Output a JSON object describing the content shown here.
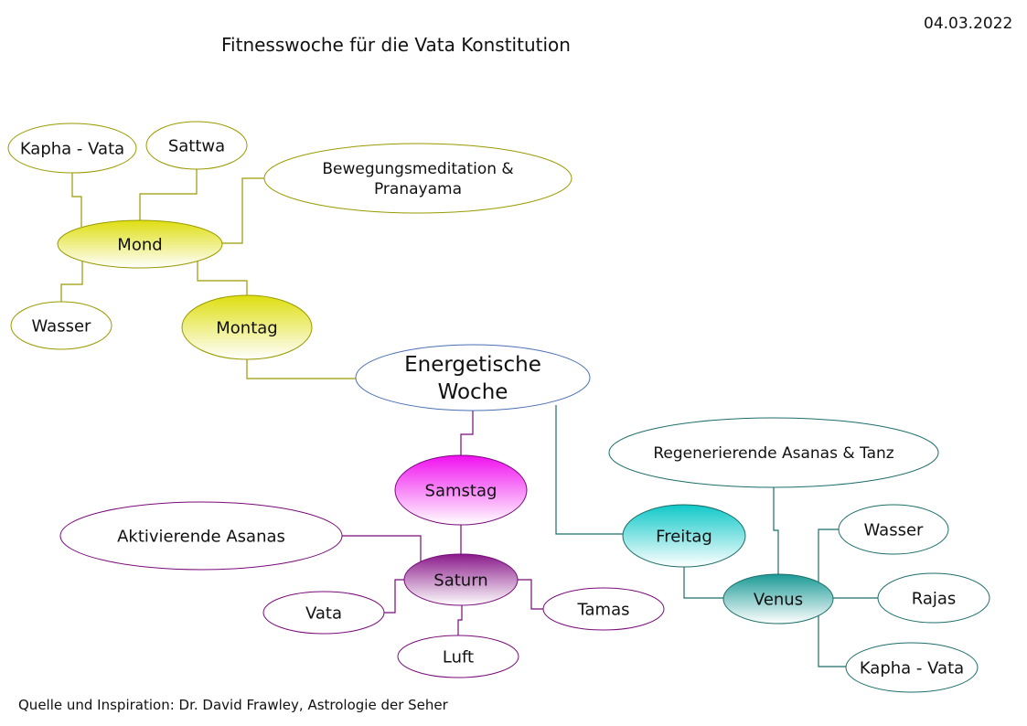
{
  "header": {
    "title": "Fitnesswoche für die Vata Konstitution",
    "date": "04.03.2022"
  },
  "footer": {
    "source": "Quelle und Inspiration: Dr. David Frawley, Astrologie der Seher"
  },
  "colors": {
    "mond_branch": "#9a9a00",
    "samstag_branch": "#7a0a7a",
    "freitag_branch": "#1b6e6a",
    "center_border": "#4a6fb5"
  },
  "nodes": {
    "center": {
      "lines": [
        "Energetische",
        "Woche"
      ]
    },
    "montag": {
      "lines": [
        "Montag"
      ]
    },
    "mond": {
      "lines": [
        "Mond"
      ]
    },
    "mond_kapha": {
      "lines": [
        "Kapha - Vata"
      ]
    },
    "mond_sattwa": {
      "lines": [
        "Sattwa"
      ]
    },
    "mond_bewegung": {
      "lines": [
        "Bewegungsmeditation &",
        "Pranayama"
      ]
    },
    "mond_wasser": {
      "lines": [
        "Wasser"
      ]
    },
    "samstag": {
      "lines": [
        "Samstag"
      ]
    },
    "saturn": {
      "lines": [
        "Saturn"
      ]
    },
    "saturn_aktiv": {
      "lines": [
        "Aktivierende Asanas"
      ]
    },
    "saturn_vata": {
      "lines": [
        "Vata"
      ]
    },
    "saturn_tamas": {
      "lines": [
        "Tamas"
      ]
    },
    "saturn_luft": {
      "lines": [
        "Luft"
      ]
    },
    "freitag": {
      "lines": [
        "Freitag"
      ]
    },
    "venus": {
      "lines": [
        "Venus"
      ]
    },
    "venus_regen": {
      "lines": [
        "Regenerierende Asanas & Tanz"
      ]
    },
    "venus_wasser": {
      "lines": [
        "Wasser"
      ]
    },
    "venus_rajas": {
      "lines": [
        "Rajas"
      ]
    },
    "venus_kapha": {
      "lines": [
        "Kapha - Vata"
      ]
    }
  }
}
